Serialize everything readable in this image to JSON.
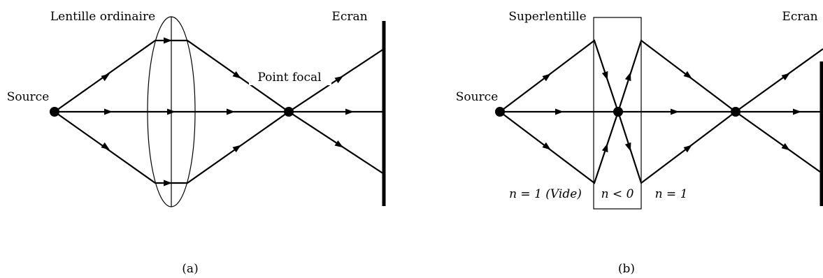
{
  "panel_a": {
    "lens_label": "Lentille ordinaire",
    "screen_label": "Ecran",
    "source_label": "Source",
    "focal_label": "Point focal",
    "caption": "(a)"
  },
  "panel_b": {
    "lens_label": "Superlentille",
    "screen_label": "Ecran",
    "source_label": "Source",
    "medium_left_label": "n = 1 (Vide)",
    "medium_lens_label": "n < 0",
    "medium_right_label": "n = 1",
    "caption": "(b)"
  }
}
